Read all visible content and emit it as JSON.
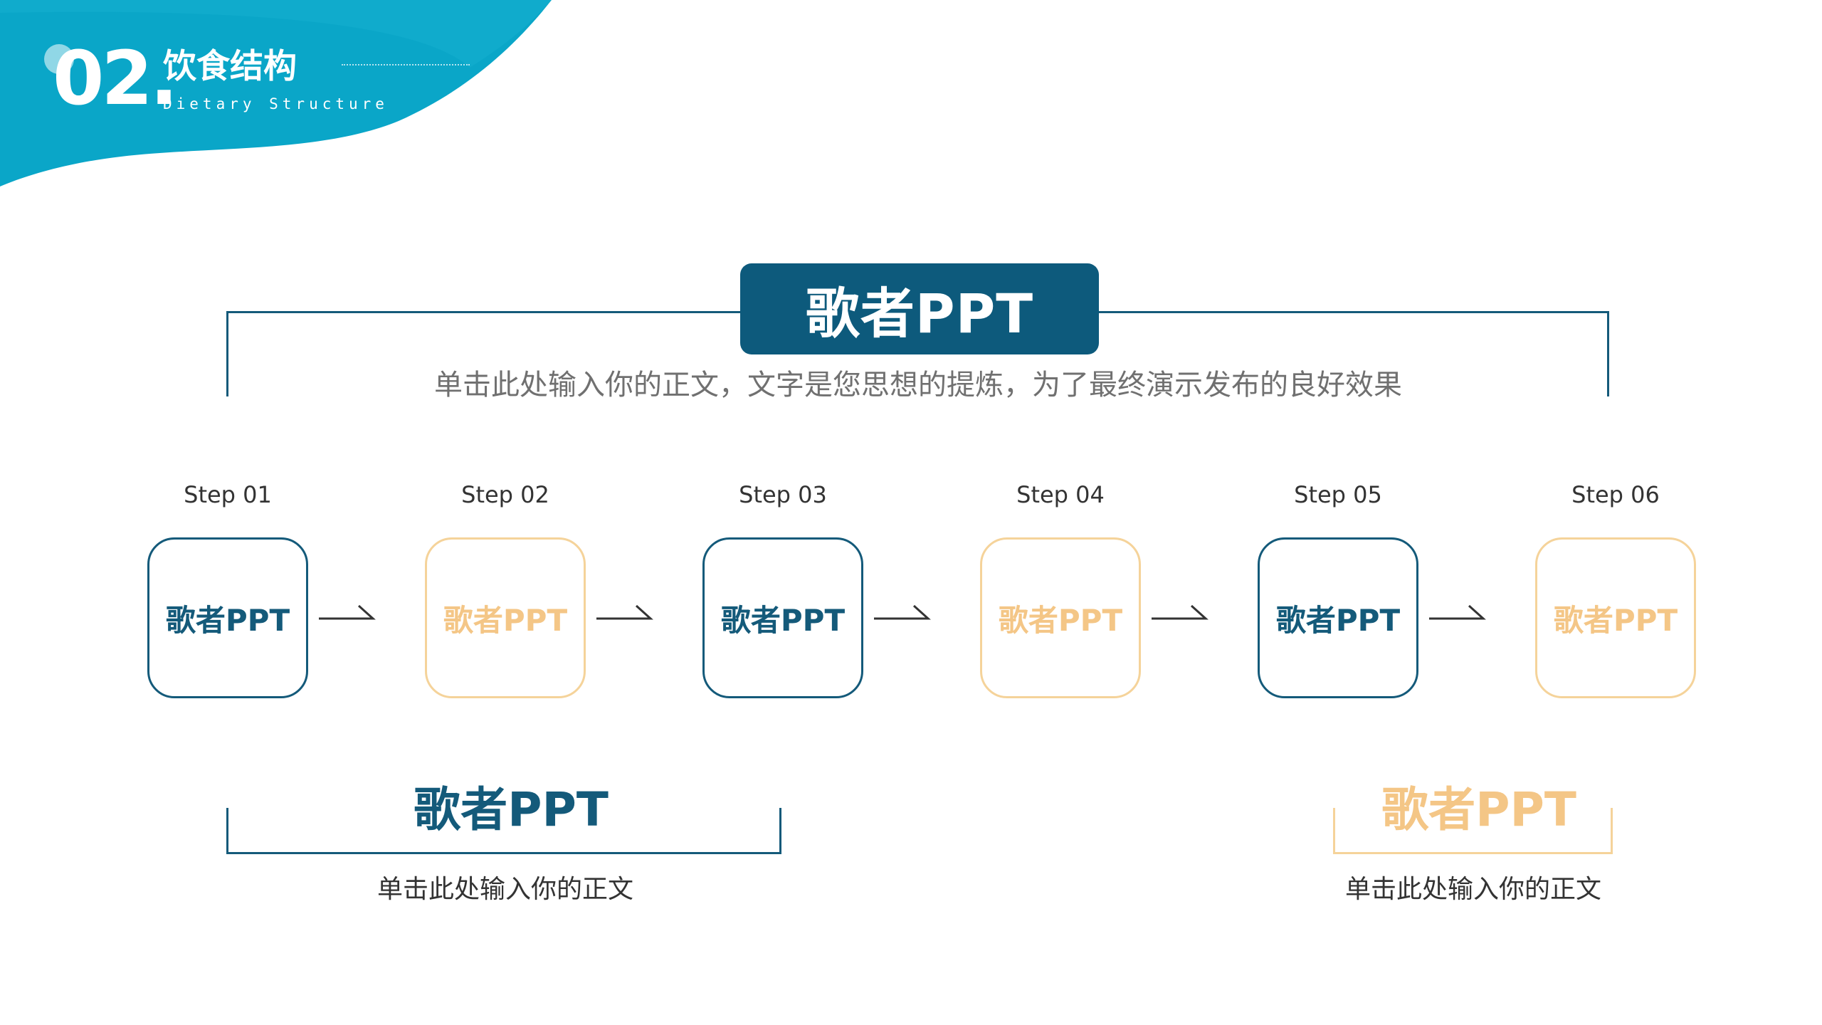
{
  "header": {
    "section_number": "02.",
    "title_cn": "饮食结构",
    "title_en": "Dietary Structure",
    "accent_color": "#0aa6c8"
  },
  "main": {
    "title": "歌者PPT",
    "subtitle": "单击此处输入你的正文，文字是您思想的提炼，为了最终演示发布的良好效果"
  },
  "steps": [
    {
      "label": "Step 01",
      "text": "歌者PPT",
      "style": "dark"
    },
    {
      "label": "Step 02",
      "text": "歌者PPT",
      "style": "light"
    },
    {
      "label": "Step 03",
      "text": "歌者PPT",
      "style": "dark"
    },
    {
      "label": "Step 04",
      "text": "歌者PPT",
      "style": "light"
    },
    {
      "label": "Step 05",
      "text": "歌者PPT",
      "style": "dark"
    },
    {
      "label": "Step 06",
      "text": "歌者PPT",
      "style": "light"
    }
  ],
  "bottom": {
    "left": {
      "title": "歌者PPT",
      "desc": "单击此处输入你的正文"
    },
    "right": {
      "title": "歌者PPT",
      "desc": "单击此处输入你的正文"
    }
  },
  "colors": {
    "dark": "#145a7a",
    "light": "#f4c686",
    "title_bg": "#0d5a7c"
  }
}
